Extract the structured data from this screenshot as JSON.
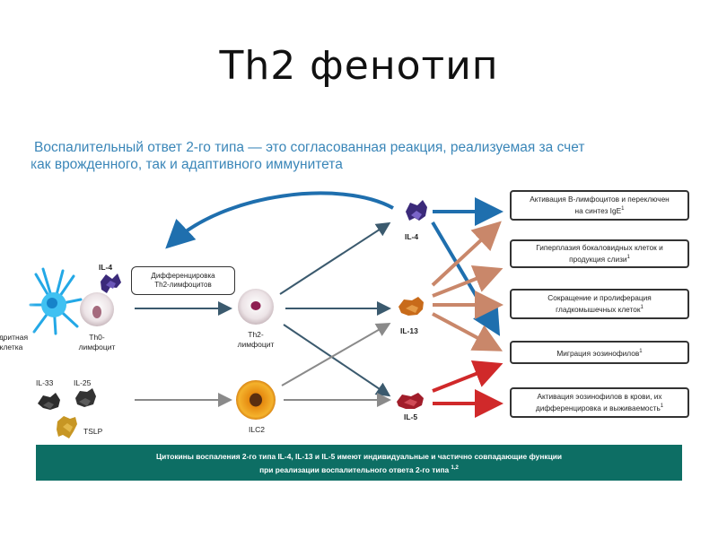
{
  "title": "Th2 фенотип",
  "intro": {
    "line1": "Воспалительный ответ 2-го типа — это согласованная реакция, реализуемая за счет",
    "line2": "как врожденного, так и адаптивного иммунитета"
  },
  "cells": {
    "dendritic_label_1": "ндритная",
    "dendritic_label_2": "клетка",
    "th0_label_1": "Th0-",
    "th0_label_2": "лимфоцит",
    "th2_label_1": "Th2-",
    "th2_label_2": "лимфоцит",
    "ilc2_label": "ILC2"
  },
  "cytokines": {
    "il4_left": "IL-4",
    "il4": "IL-4",
    "il13": "IL-13",
    "il5": "IL-5",
    "il33": "IL-33",
    "il25": "IL-25",
    "tslp": "TSLP"
  },
  "differentiation_box": {
    "line1": "Дифференцировка",
    "line2": "Th2-лимфоцитов"
  },
  "outcomes": [
    {
      "line1": "Активация В-лимфоцитов и переключен",
      "line2": "на синтез IgE",
      "sup": "1"
    },
    {
      "line1": "Гиперплазия бокаловидных клеток и",
      "line2": "продукция слизи",
      "sup": "1"
    },
    {
      "line1": "Сокращение и пролиферация",
      "line2": "гладкомышечных клеток",
      "sup": "1"
    },
    {
      "line1": "Миграция эозинофилов",
      "line2": "",
      "sup": "1"
    },
    {
      "line1": "Активация эозинофилов в крови, их",
      "line2": "дифференцировка и выживаемость",
      "sup": "1"
    }
  ],
  "footer": {
    "line1": "Цитокины воспаления 2-го типа IL-4, IL-13 и IL-5 имеют индивидуальные и частично совпадающие функции",
    "line2": "при реализации воспалительного ответа 2-го типа",
    "sup": "1,2"
  },
  "colors": {
    "title_text": "#111111",
    "intro_text": "#3a86b8",
    "blue_arrow": "#1f6fae",
    "tan_arrow": "#c9876a",
    "red_arrow": "#d0292a",
    "dark_arrow": "#3b5a6e",
    "gray_arrow": "#8a8a8a",
    "footer_bg": "#0d6e64"
  }
}
